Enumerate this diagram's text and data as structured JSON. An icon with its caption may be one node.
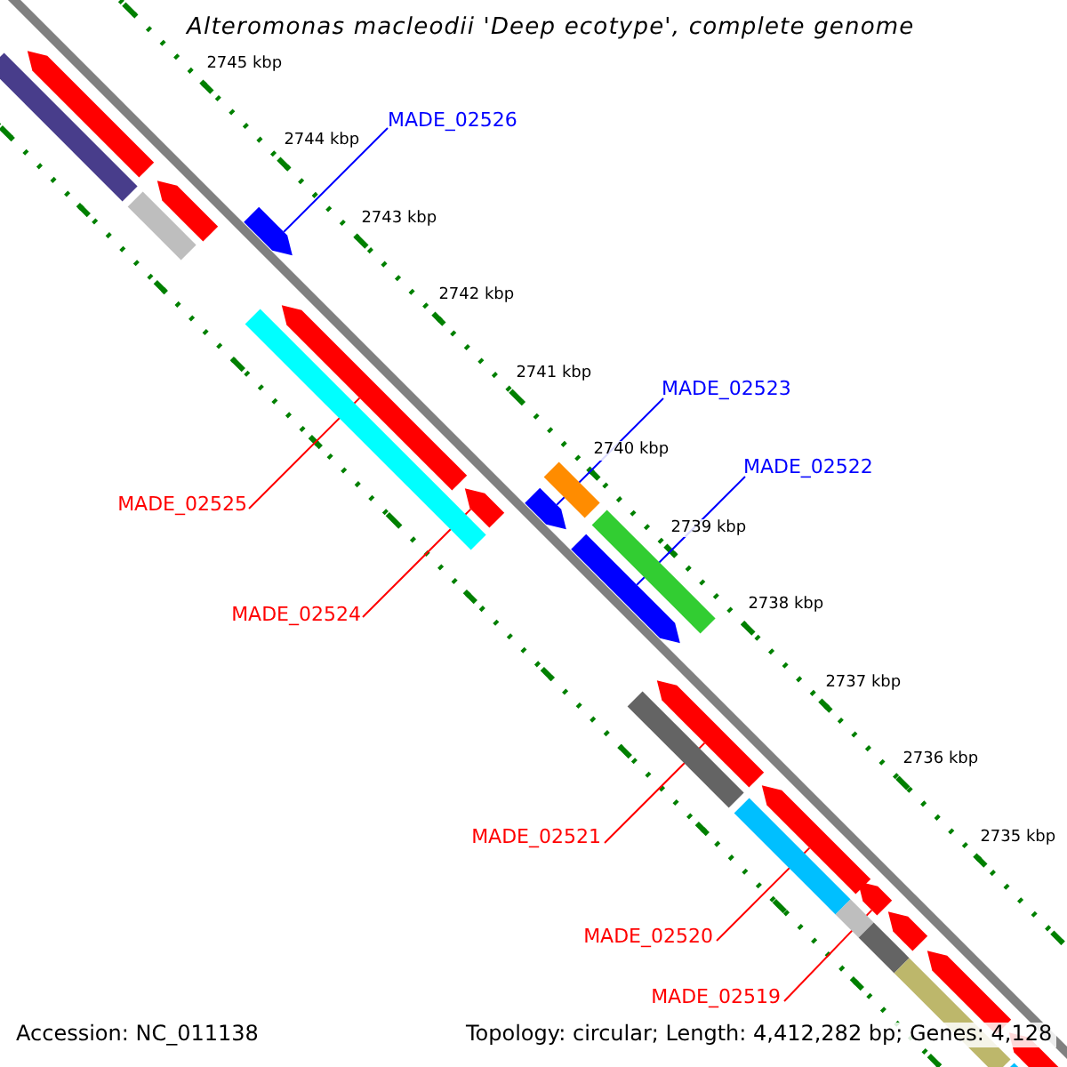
{
  "diagram": {
    "title": "Alteromonas macleodii 'Deep ecotype', complete genome",
    "nodes": [
      {
        "text": [
          "MADE_02526"
        ]
      },
      {
        "text": [
          "MADE_02523"
        ]
      },
      {
        "text": [
          "MADE_02522"
        ]
      },
      {
        "text": [
          "MADE_02525"
        ]
      },
      {
        "text": [
          "MADE_02524"
        ]
      },
      {
        "text": [
          "MADE_02521"
        ]
      },
      {
        "text": [
          "MADE_02520"
        ]
      },
      {
        "text": [
          "MADE_02519"
        ]
      },
      {
        "text": [],
        "shape": "bar"
      },
      {
        "text": [],
        "shape": "bar"
      },
      {
        "text": [],
        "shape": "bar"
      },
      {
        "text": [],
        "shape": "bar"
      },
      {
        "text": [],
        "shape": "bar"
      },
      {
        "text": [],
        "shape": "bar"
      },
      {
        "text": [],
        "shape": "bar"
      },
      {
        "text": [],
        "shape": "bar"
      },
      {
        "text": [],
        "shape": "bar"
      },
      {
        "text": [],
        "shape": "bar"
      },
      {
        "text": [],
        "shape": "bar"
      },
      {
        "text": [],
        "shape": "bar"
      },
      {
        "text": [],
        "shape": "bar"
      }
    ],
    "edges": [
      {
        "from": 0,
        "to": 10,
        "arrow": "none",
        "color": "#0000ff"
      },
      {
        "from": 1,
        "to": 13,
        "arrow": "none",
        "color": "#0000ff"
      },
      {
        "from": 2,
        "to": 14,
        "arrow": "none",
        "color": "#0000ff"
      },
      {
        "from": 3,
        "to": 11,
        "arrow": "none"
      },
      {
        "from": 4,
        "to": 12,
        "arrow": "none"
      },
      {
        "from": 5,
        "to": 15,
        "arrow": "none"
      },
      {
        "from": 6,
        "to": 16,
        "arrow": "none"
      },
      {
        "from": 7,
        "to": 17,
        "arrow": "none"
      }
    ],
    "labels": [
      "2745 kbp",
      "2744 kbp",
      "2743 kbp",
      "2742 kbp",
      "2741 kbp",
      "2740 kbp",
      "2739 kbp",
      "2738 kbp",
      "2737 kbp",
      "2736 kbp",
      "2735 kbp",
      "Accession: NC_011138",
      "Topology: circular; Length: 4,412,282 bp; Genes: 4,128"
    ]
  }
}
